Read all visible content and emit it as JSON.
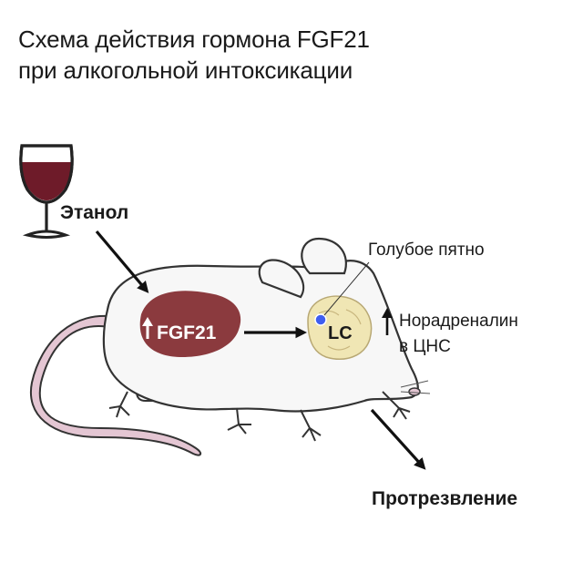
{
  "title": {
    "line1": "Схема действия гормона FGF21",
    "line2": "при алкогольной интоксикации"
  },
  "labels": {
    "ethanol": "Этанол",
    "liver_hormone": "FGF21",
    "brain_region": "LC",
    "locus_coeruleus": "Голубое пятно",
    "norepinephrine_line1": "Норадреналин",
    "norepinephrine_line2": "в ЦНС",
    "outcome": "Протрезвление"
  },
  "icons": {
    "wine_glass": "wine-glass-icon",
    "up_arrow": "up-arrow-icon"
  },
  "colors": {
    "liver": "#8b3a3e",
    "brain": "#f0e6b4",
    "locus_dot": "#3f5ef0",
    "wine": "#6e1b29",
    "mouse_body": "#f7f7f7",
    "mouse_skin": "#e4c6d3"
  }
}
